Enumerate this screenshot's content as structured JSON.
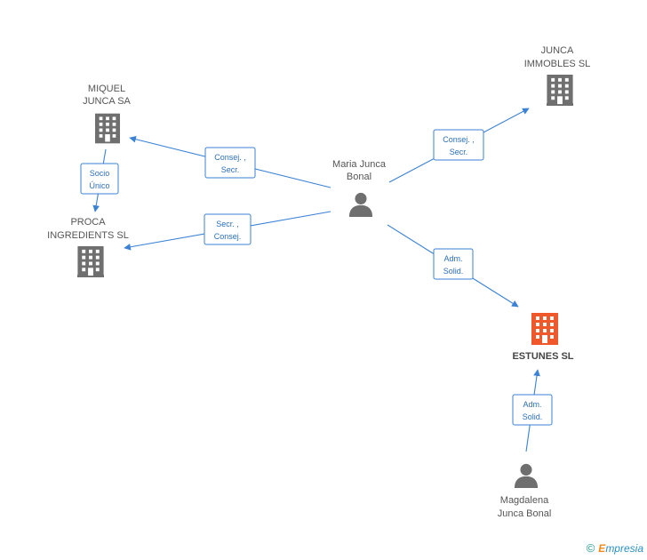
{
  "nodes": {
    "miquel": {
      "line1": "MIQUEL",
      "line2": "JUNCA SA",
      "type": "company",
      "color": "#6f6f6f"
    },
    "proca": {
      "line1": "PROCA",
      "line2": "INGREDIENTS SL",
      "type": "company",
      "color": "#6f6f6f"
    },
    "junca": {
      "line1": "JUNCA",
      "line2": "IMMOBLES SL",
      "type": "company",
      "color": "#6f6f6f"
    },
    "maria": {
      "line1": "Maria Junca",
      "line2": "Bonal",
      "type": "person",
      "color": "#6f6f6f"
    },
    "estunes": {
      "line1": "ESTUNES SL",
      "type": "company",
      "color": "#f0572a",
      "highlight": true
    },
    "magdalena": {
      "line1": "Magdalena",
      "line2": "Junca Bonal",
      "type": "person",
      "color": "#6f6f6f"
    }
  },
  "edges": {
    "maria_miquel": {
      "line1": "Consej. ,",
      "line2": "Secr."
    },
    "maria_proca": {
      "line1": "Secr. ,",
      "line2": "Consej."
    },
    "miquel_proca": {
      "line1": "Socio",
      "line2": "Único"
    },
    "maria_junca": {
      "line1": "Consej. ,",
      "line2": "Secr."
    },
    "maria_estunes": {
      "line1": "Adm.",
      "line2": "Solid."
    },
    "magdalena_estunes": {
      "line1": "Adm.",
      "line2": "Solid."
    }
  },
  "footer": {
    "copyright": "©",
    "brand_initial": "E",
    "brand_rest": "mpresia"
  },
  "colors": {
    "edge": "#3b82d6",
    "highlight": "#f0572a",
    "node": "#6f6f6f"
  }
}
